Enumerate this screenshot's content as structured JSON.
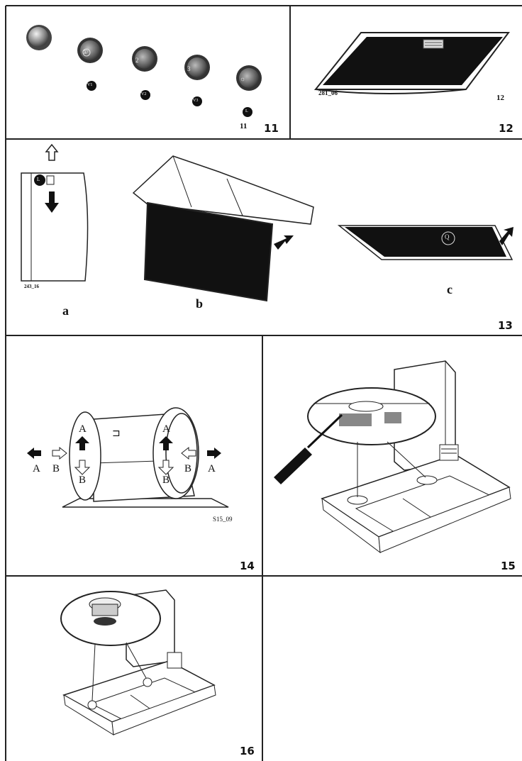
{
  "figures": [
    {
      "number": "11",
      "inner_number": "11",
      "buttons": [
        "",
        "①",
        "2",
        "3",
        "☼"
      ],
      "speed_badges": [
        "V1",
        "V2",
        "V3",
        "L"
      ]
    },
    {
      "number": "12",
      "inner_number": "12",
      "code": "281_06"
    },
    {
      "number": "13",
      "code": "243_16",
      "sub_labels": [
        "a",
        "b",
        "c"
      ],
      "badge_left": "L",
      "badge_c": "Q"
    },
    {
      "number": "14",
      "code": "S15_09",
      "labels": {
        "a": "A",
        "b": "B"
      }
    },
    {
      "number": "15"
    },
    {
      "number": "16"
    }
  ]
}
